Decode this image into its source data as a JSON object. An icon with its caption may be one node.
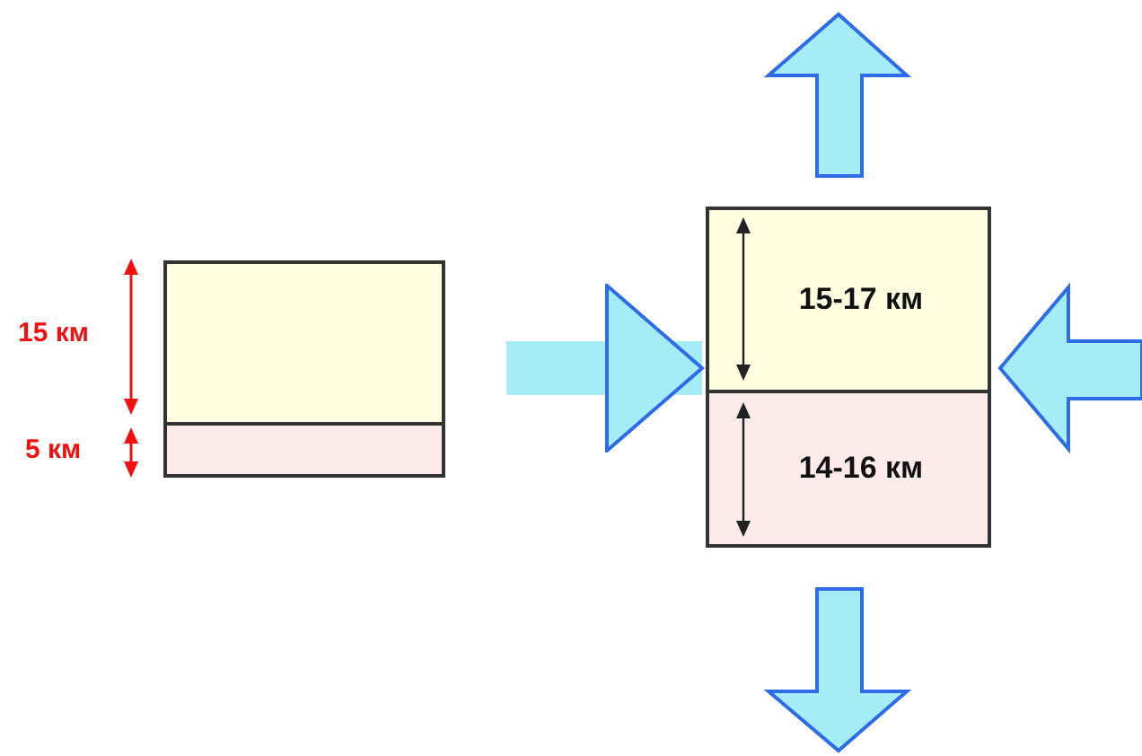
{
  "diagram": {
    "nodes": [
      {
        "text": [],
        "shape": "box"
      },
      {
        "text": [],
        "shape": "box"
      },
      {
        "text": [
          "15-17 км"
        ]
      },
      {
        "text": [
          "14-16 км"
        ]
      }
    ],
    "edges": [
      {
        "from": 0,
        "to": 2,
        "arrow": "to"
      }
    ],
    "labels": [
      "15 км",
      "5 км"
    ]
  }
}
